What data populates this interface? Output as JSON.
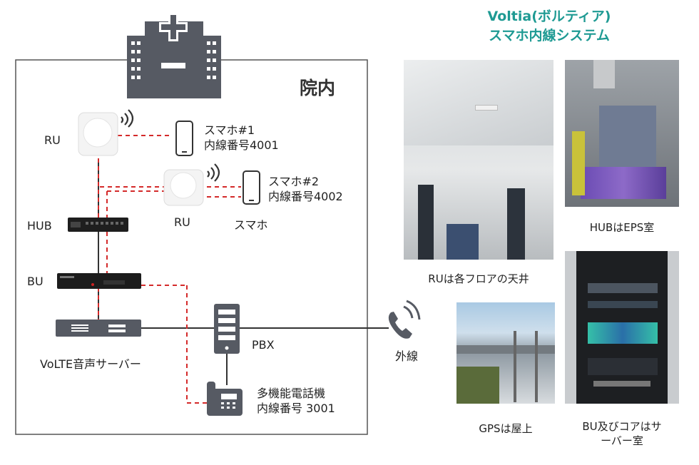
{
  "title": {
    "line1": "Voltia(ボルティア)",
    "line2": "スマホ内線システム"
  },
  "hospital_label": "院内",
  "devices": {
    "ru1": "RU",
    "ru2": "RU",
    "hub": "HUB",
    "bu": "BU",
    "volte": "VoLTE音声サーバー",
    "pbx": "PBX",
    "outside": "外線",
    "phone1_line1": "スマホ#1",
    "phone1_line2": "内線番号4001",
    "phone2_line1": "スマホ#2",
    "phone2_line2": "内線番号4002",
    "phone2_caption": "スマホ",
    "deskphone_line1": "多機能電話機",
    "deskphone_line2": "内線番号 3001"
  },
  "photos": {
    "ru_caption": "RUは各フロアの天井",
    "hub_caption": "HUBはEPS室",
    "gps_caption": "GPSは屋上",
    "bu_caption_line1": "BU及びコアはサ",
    "bu_caption_line2": "ーバー室"
  },
  "colors": {
    "accent_teal": "#1e9a93",
    "link_red": "#d42a2a",
    "line_dark": "#333333",
    "icon_gray": "#565a63"
  }
}
